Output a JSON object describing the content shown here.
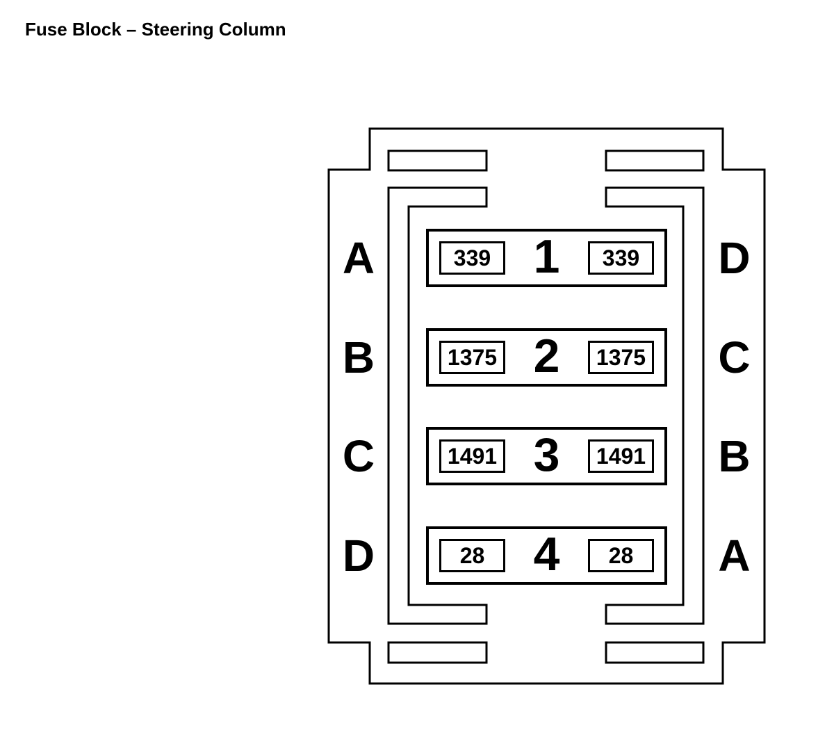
{
  "title": "Fuse Block – Steering Column",
  "connector": {
    "left_pin_labels": [
      "A",
      "B",
      "C",
      "D"
    ],
    "right_pin_labels": [
      "D",
      "C",
      "B",
      "A"
    ],
    "cavities": [
      {
        "number": "1",
        "left_circuit": "339",
        "right_circuit": "339"
      },
      {
        "number": "2",
        "left_circuit": "1375",
        "right_circuit": "1375"
      },
      {
        "number": "3",
        "left_circuit": "1491",
        "right_circuit": "1491"
      },
      {
        "number": "4",
        "left_circuit": "28",
        "right_circuit": "28"
      }
    ],
    "colors": {
      "line": "#000000",
      "background": "#ffffff"
    }
  }
}
